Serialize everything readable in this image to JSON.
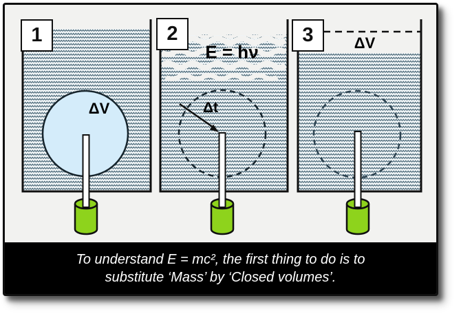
{
  "figure": {
    "panels": [
      {
        "number": "1",
        "bubble_label": "ΔV"
      },
      {
        "number": "2",
        "equation": "E = hν",
        "bubble_label": "Δt"
      },
      {
        "number": "3",
        "level_label": "ΔV"
      }
    ],
    "caption": {
      "line1": "To understand E = mc², the first thing to do is to",
      "line2": "substitute ‘Mass’ by ‘Closed volumes’."
    },
    "colors": {
      "water_bg": "#eff4f6",
      "water_zigzag": "#3a5a6b",
      "band_white": "#f2f2f0",
      "bubble_fill": "#d4ecfa",
      "outline_dark": "#16242c",
      "cylinder_green": "#8ed31c",
      "frame_bg": "#f2f2f0",
      "caption_bg": "#000000",
      "caption_text": "#ffffff"
    }
  }
}
